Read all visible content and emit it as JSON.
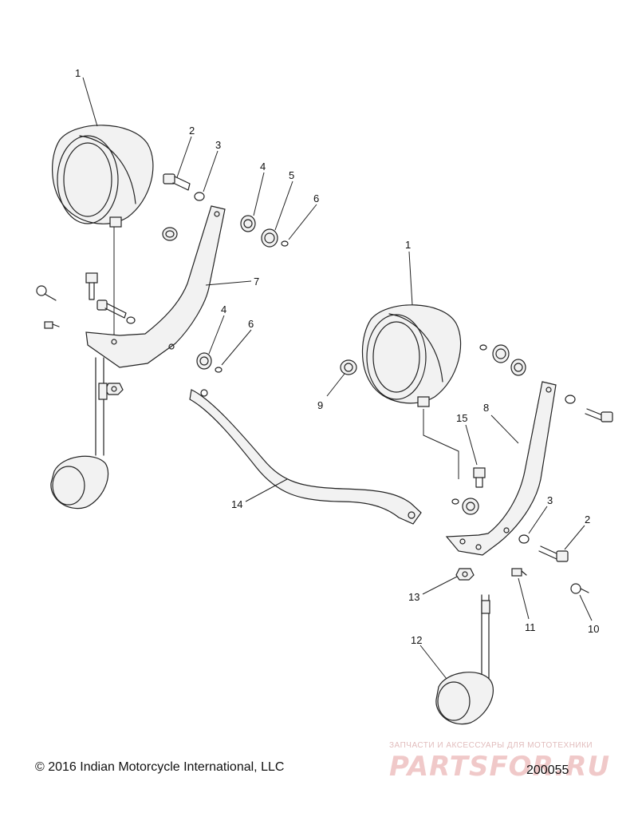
{
  "diagram": {
    "callouts": [
      "1",
      "2",
      "3",
      "4",
      "5",
      "6",
      "7",
      "4",
      "6",
      "9",
      "1",
      "8",
      "15",
      "14",
      "3",
      "2",
      "13",
      "11",
      "10",
      "12"
    ],
    "footer": {
      "copyright": "© 2016 Indian Motorcycle International, LLC",
      "diagram_id": "200055"
    },
    "watermark": {
      "tagline": "ЗАПЧАСТИ И АКСЕССУАРЫ ДЛЯ МОТОТЕХНИКИ",
      "logo": "PARTSFOR.RU"
    }
  }
}
